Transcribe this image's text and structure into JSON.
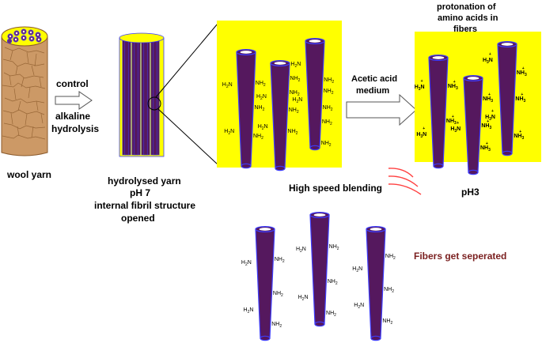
{
  "labels": {
    "wool_yarn": "wool yarn",
    "control": "control",
    "alkaline": "alkaline",
    "hydrolysis": "hydrolysis",
    "hydrolysed_yarn": "hydrolysed yarn",
    "ph7": "pH 7",
    "internal_fibril": "internal fibril structure",
    "opened": "opened",
    "acetic_acid": "Acetic acid",
    "medium": "medium",
    "protonation_1": "protonation of",
    "protonation_2": "amino acids in",
    "protonation_3": "fibers",
    "high_speed": "High speed blending",
    "ph3": "pH3",
    "fibers_separated": "Fibers get seperated"
  },
  "groups": {
    "neutral": {
      "main": "NH",
      "sub": "2",
      "left_main": "H",
      "left_sub": "2",
      "left_tail": "N"
    },
    "protonated": {
      "main": "NH",
      "sub": "3",
      "left_main": "H",
      "left_sub": "3",
      "left_tail": "N",
      "charge": "+"
    }
  },
  "colors": {
    "fiber": "#55185e",
    "fiber_outline": "#3d3dff",
    "fiber_lumen": "#ffffff",
    "background_yellow": "#ffff00",
    "yarn_brown": "#cc9966",
    "yarn_line": "#8b5a2b",
    "separated_text": "#7a1f1f",
    "wave_red": "#ff4040"
  }
}
